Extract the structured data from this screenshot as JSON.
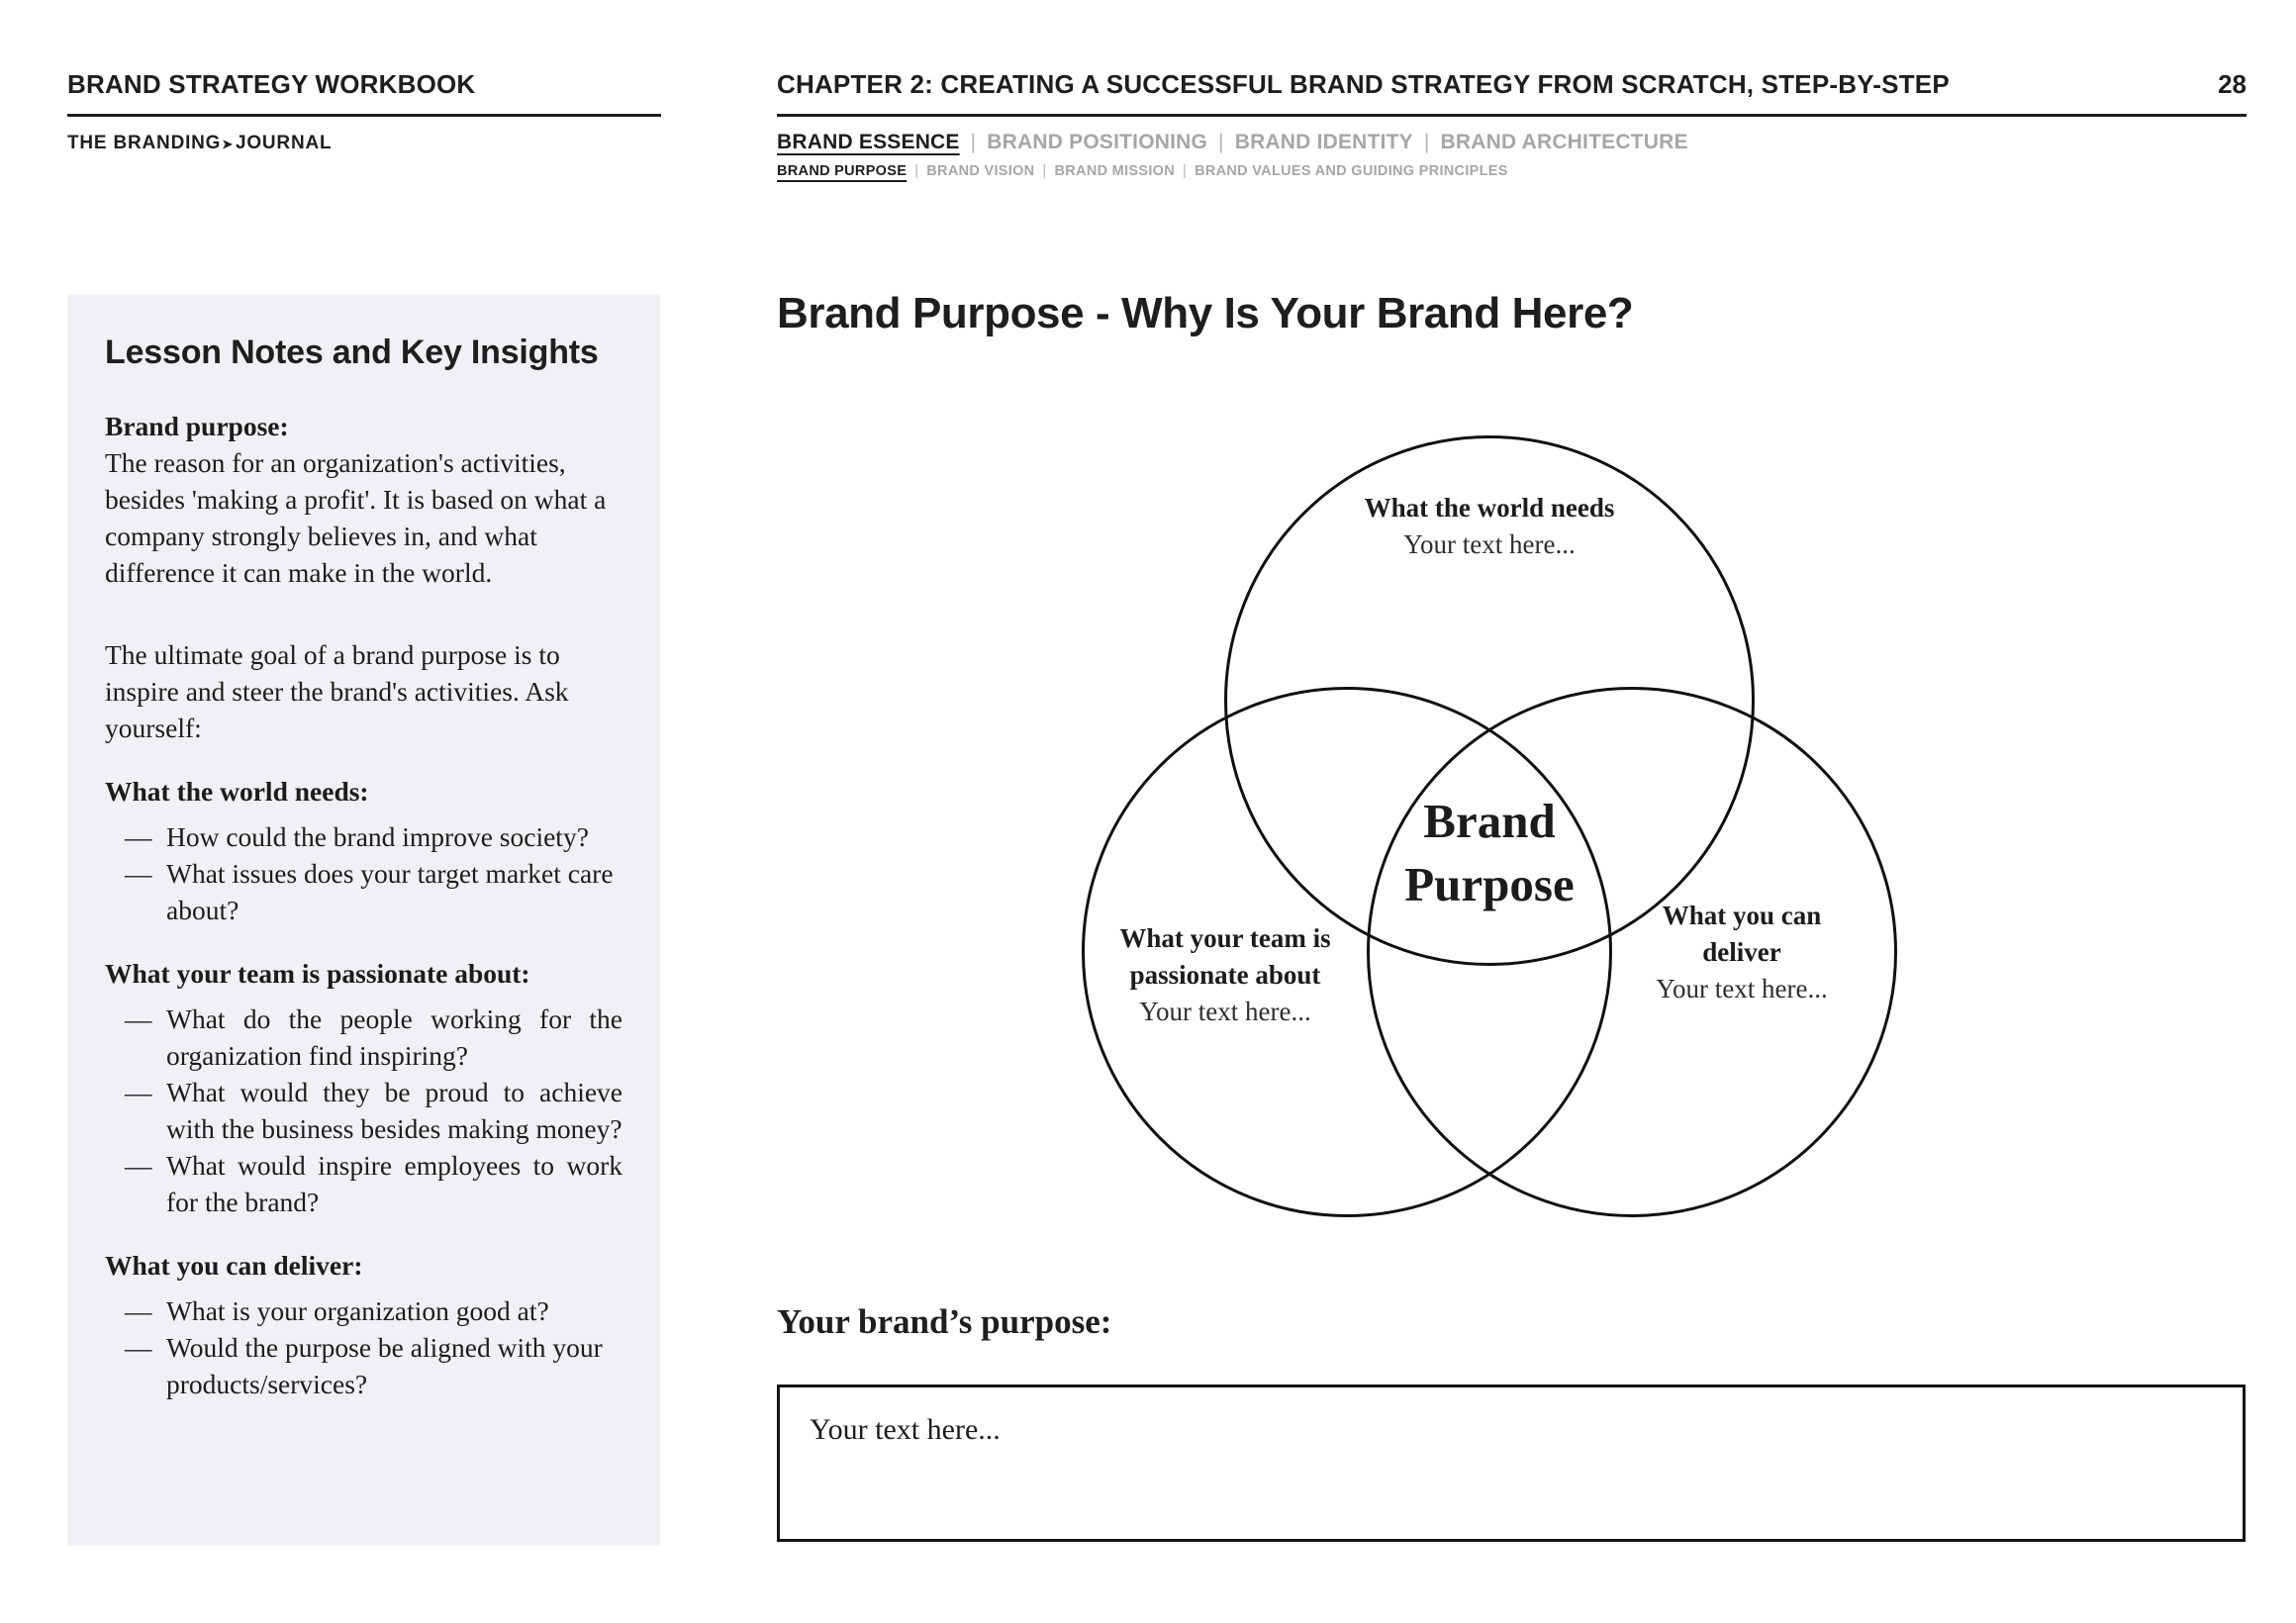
{
  "header": {
    "workbook_title": "BRAND STRATEGY WORKBOOK",
    "logo_pre": "THE BRANDING",
    "logo_arrow_glyph": "➤",
    "logo_post": "JOURNAL",
    "chapter_title": "CHAPTER 2: CREATING A SUCCESSFUL BRAND STRATEGY FROM SCRATCH, STEP-BY-STEP",
    "page_number": "28",
    "separator": "|",
    "breadcrumb_level1": [
      {
        "label": "BRAND ESSENCE"
      },
      {
        "label": "BRAND POSITIONING"
      },
      {
        "label": "BRAND IDENTITY"
      },
      {
        "label": "BRAND ARCHITECTURE"
      }
    ],
    "breadcrumb_level2": [
      {
        "label": "BRAND PURPOSE"
      },
      {
        "label": "BRAND VISION"
      },
      {
        "label": "BRAND MISSION"
      },
      {
        "label": "BRAND VALUES AND GUIDING PRINCIPLES"
      }
    ]
  },
  "sidebar": {
    "title": "Lesson Notes and Key Insights",
    "definition_label": "Brand purpose:",
    "definition_text": "The reason for an organization's activities, besides 'making a profit'. It is based on what a company strongly believes in, and what difference it can make in the world.",
    "goal_text": "The ultimate goal of a brand purpose is to inspire and steer the brand's activities. Ask yourself:",
    "bullet_glyph": "—",
    "sections": [
      {
        "heading": "What the world needs:",
        "bullets": [
          "How could the brand improve society?",
          "What issues does your target market care about?"
        ]
      },
      {
        "heading": "What your team is passionate about:",
        "bullets": [
          "What do the people working for the organization find inspiring?",
          "What would they be proud to achieve with the business besides making money?",
          "What would inspire employees to work for the brand?"
        ]
      },
      {
        "heading": "What you can deliver:",
        "bullets": [
          "What is your organization good at?",
          "Would the purpose be aligned with your products/services?"
        ]
      }
    ]
  },
  "main": {
    "title": "Brand Purpose - Why Is Your Brand Here?",
    "venn": {
      "center_line1": "Brand",
      "center_line2": "Purpose",
      "top": {
        "label": "What the world needs",
        "placeholder": "Your text here..."
      },
      "left": {
        "label_line1": "What your team is",
        "label_line2": "passionate about",
        "placeholder": "Your text here..."
      },
      "right": {
        "label_line1": "What you can",
        "label_line2": "deliver",
        "placeholder": "Your text here..."
      }
    },
    "purpose_label": "Your brand’s purpose:",
    "purpose_placeholder": "Your text here..."
  },
  "colors": {
    "text": "#1e1e1e",
    "muted_crumb": "#a6a6a6",
    "sidebar_bg": "#f0f1f4",
    "line": "#1e1e1e"
  }
}
